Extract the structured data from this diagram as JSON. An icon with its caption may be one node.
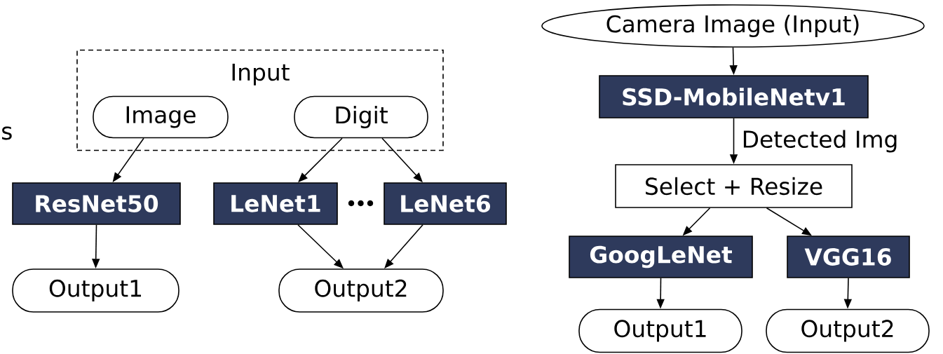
{
  "diagram": {
    "nodes": [
      {
        "text": [
          "Input"
        ]
      },
      {
        "text": [
          "Image"
        ],
        "in": 0
      },
      {
        "text": [
          "Digit"
        ],
        "in": 0
      },
      {
        "text": [
          "ResNet50"
        ]
      },
      {
        "text": [
          "LeNet1"
        ]
      },
      {
        "text": [
          "LeNet6"
        ]
      },
      {
        "text": [
          "Output1"
        ]
      },
      {
        "text": [
          "Output2"
        ]
      },
      {
        "text": [
          "Camera Image (Input)"
        ]
      },
      {
        "text": [
          "SSD-MobileNetv1"
        ]
      },
      {
        "text": [
          "Select + Resize"
        ]
      },
      {
        "text": [
          "GoogLeNet"
        ]
      },
      {
        "text": [
          "VGG16"
        ]
      },
      {
        "text": [
          "Output1"
        ]
      },
      {
        "text": [
          "Output2"
        ]
      }
    ],
    "edges": [
      {
        "from": 1,
        "to": 3,
        "arrow": "to"
      },
      {
        "from": 2,
        "to": 4,
        "arrow": "to"
      },
      {
        "from": 2,
        "to": 5,
        "arrow": "to"
      },
      {
        "from": 3,
        "to": 6,
        "arrow": "to"
      },
      {
        "from": 4,
        "to": 7,
        "arrow": "to"
      },
      {
        "from": 5,
        "to": 7,
        "arrow": "to"
      },
      {
        "from": 8,
        "to": 9,
        "arrow": "to"
      },
      {
        "from": 9,
        "to": 10,
        "arrow": "to",
        "label": "Detected Img"
      },
      {
        "from": 10,
        "to": 11,
        "arrow": "to"
      },
      {
        "from": 10,
        "to": 12,
        "arrow": "to"
      },
      {
        "from": 11,
        "to": 13,
        "arrow": "to"
      },
      {
        "from": 12,
        "to": 14,
        "arrow": "to"
      }
    ],
    "labels": [
      "s"
    ]
  }
}
